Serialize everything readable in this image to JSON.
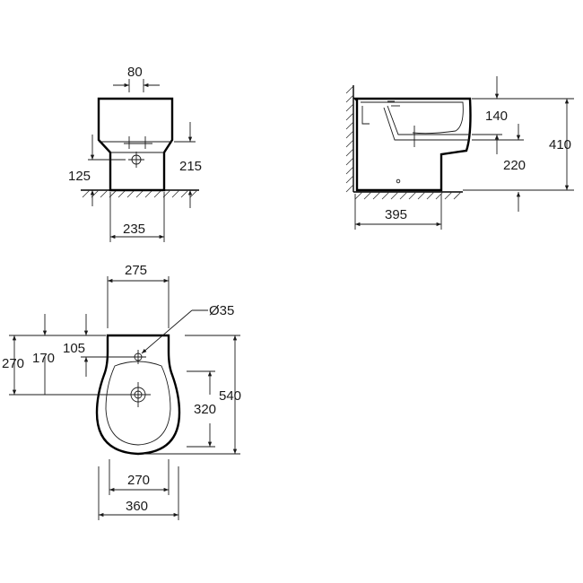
{
  "front_view": {
    "dim_top_width": "80",
    "dim_hole_height": "125",
    "dim_outlet_height": "215",
    "dim_base_width": "235"
  },
  "side_view": {
    "dim_outlet_upper": "140",
    "dim_total_height": "410",
    "dim_outlet_lower": "220",
    "dim_depth": "395"
  },
  "top_view": {
    "dim_back_width": "275",
    "dim_hole_diameter": "Ø35",
    "dim_270_left": "270",
    "dim_170": "170",
    "dim_105": "105",
    "dim_length": "540",
    "dim_320": "320",
    "dim_bowl_width": "270",
    "dim_total_width": "360"
  }
}
